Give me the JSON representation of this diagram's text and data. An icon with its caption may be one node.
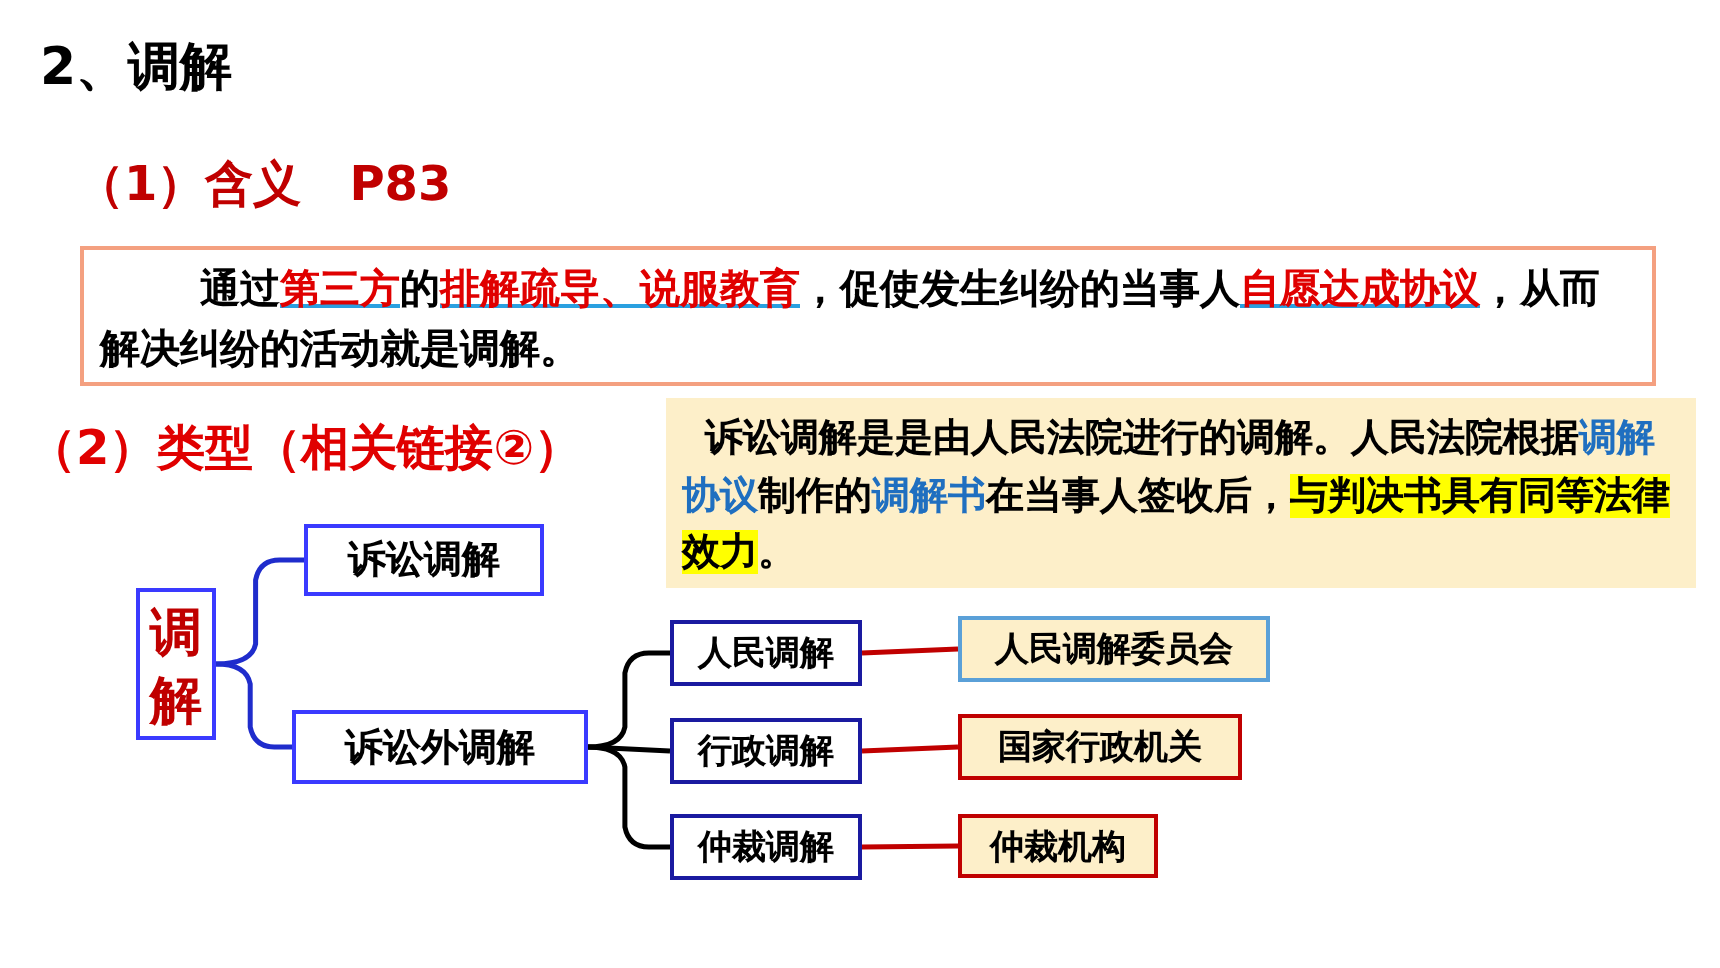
{
  "diagram": {
    "title": "2、调解",
    "nodes": [
      {
        "text": [
          "通过**第三方**的**排解疏导、说服教育**，促使发生纠纷的当事人**自愿达成协议**，从而解决纠纷的活动就是调解。"
        ]
      },
      {
        "text": [
          "诉讼调解是是由人民法院进行的调解。人民法院根据**调解协议**制作的**调解书**在当事人签收后，*与判决书具有同等法律效力*。"
        ]
      },
      {
        "text": [
          "调解"
        ]
      },
      {
        "text": [
          "诉讼调解"
        ]
      },
      {
        "text": [
          "诉讼外调解"
        ]
      },
      {
        "text": [
          "人民调解"
        ]
      },
      {
        "text": [
          "行政调解"
        ]
      },
      {
        "text": [
          "仲裁调解"
        ]
      },
      {
        "text": [
          "人民调解委员会"
        ]
      },
      {
        "text": [
          "国家行政机关"
        ]
      },
      {
        "text": [
          "仲裁机构"
        ]
      }
    ],
    "edges": [
      {
        "from": 2,
        "to": 3,
        "arrow": "none",
        "color": "#1f2ccc"
      },
      {
        "from": 2,
        "to": 4,
        "arrow": "none",
        "color": "#1f2ccc"
      },
      {
        "from": 4,
        "to": 5,
        "arrow": "none",
        "color": "#000000"
      },
      {
        "from": 4,
        "to": 6,
        "arrow": "none",
        "color": "#000000"
      },
      {
        "from": 4,
        "to": 7,
        "arrow": "none",
        "color": "#000000"
      },
      {
        "from": 5,
        "to": 8,
        "arrow": "none",
        "color": "#c00000"
      },
      {
        "from": 6,
        "to": 9,
        "arrow": "none",
        "color": "#c00000"
      },
      {
        "from": 7,
        "to": 10,
        "arrow": "none",
        "color": "#c00000"
      }
    ],
    "labels": [
      "（1）含义　P83",
      "（2）类型（相关链接②）"
    ]
  }
}
